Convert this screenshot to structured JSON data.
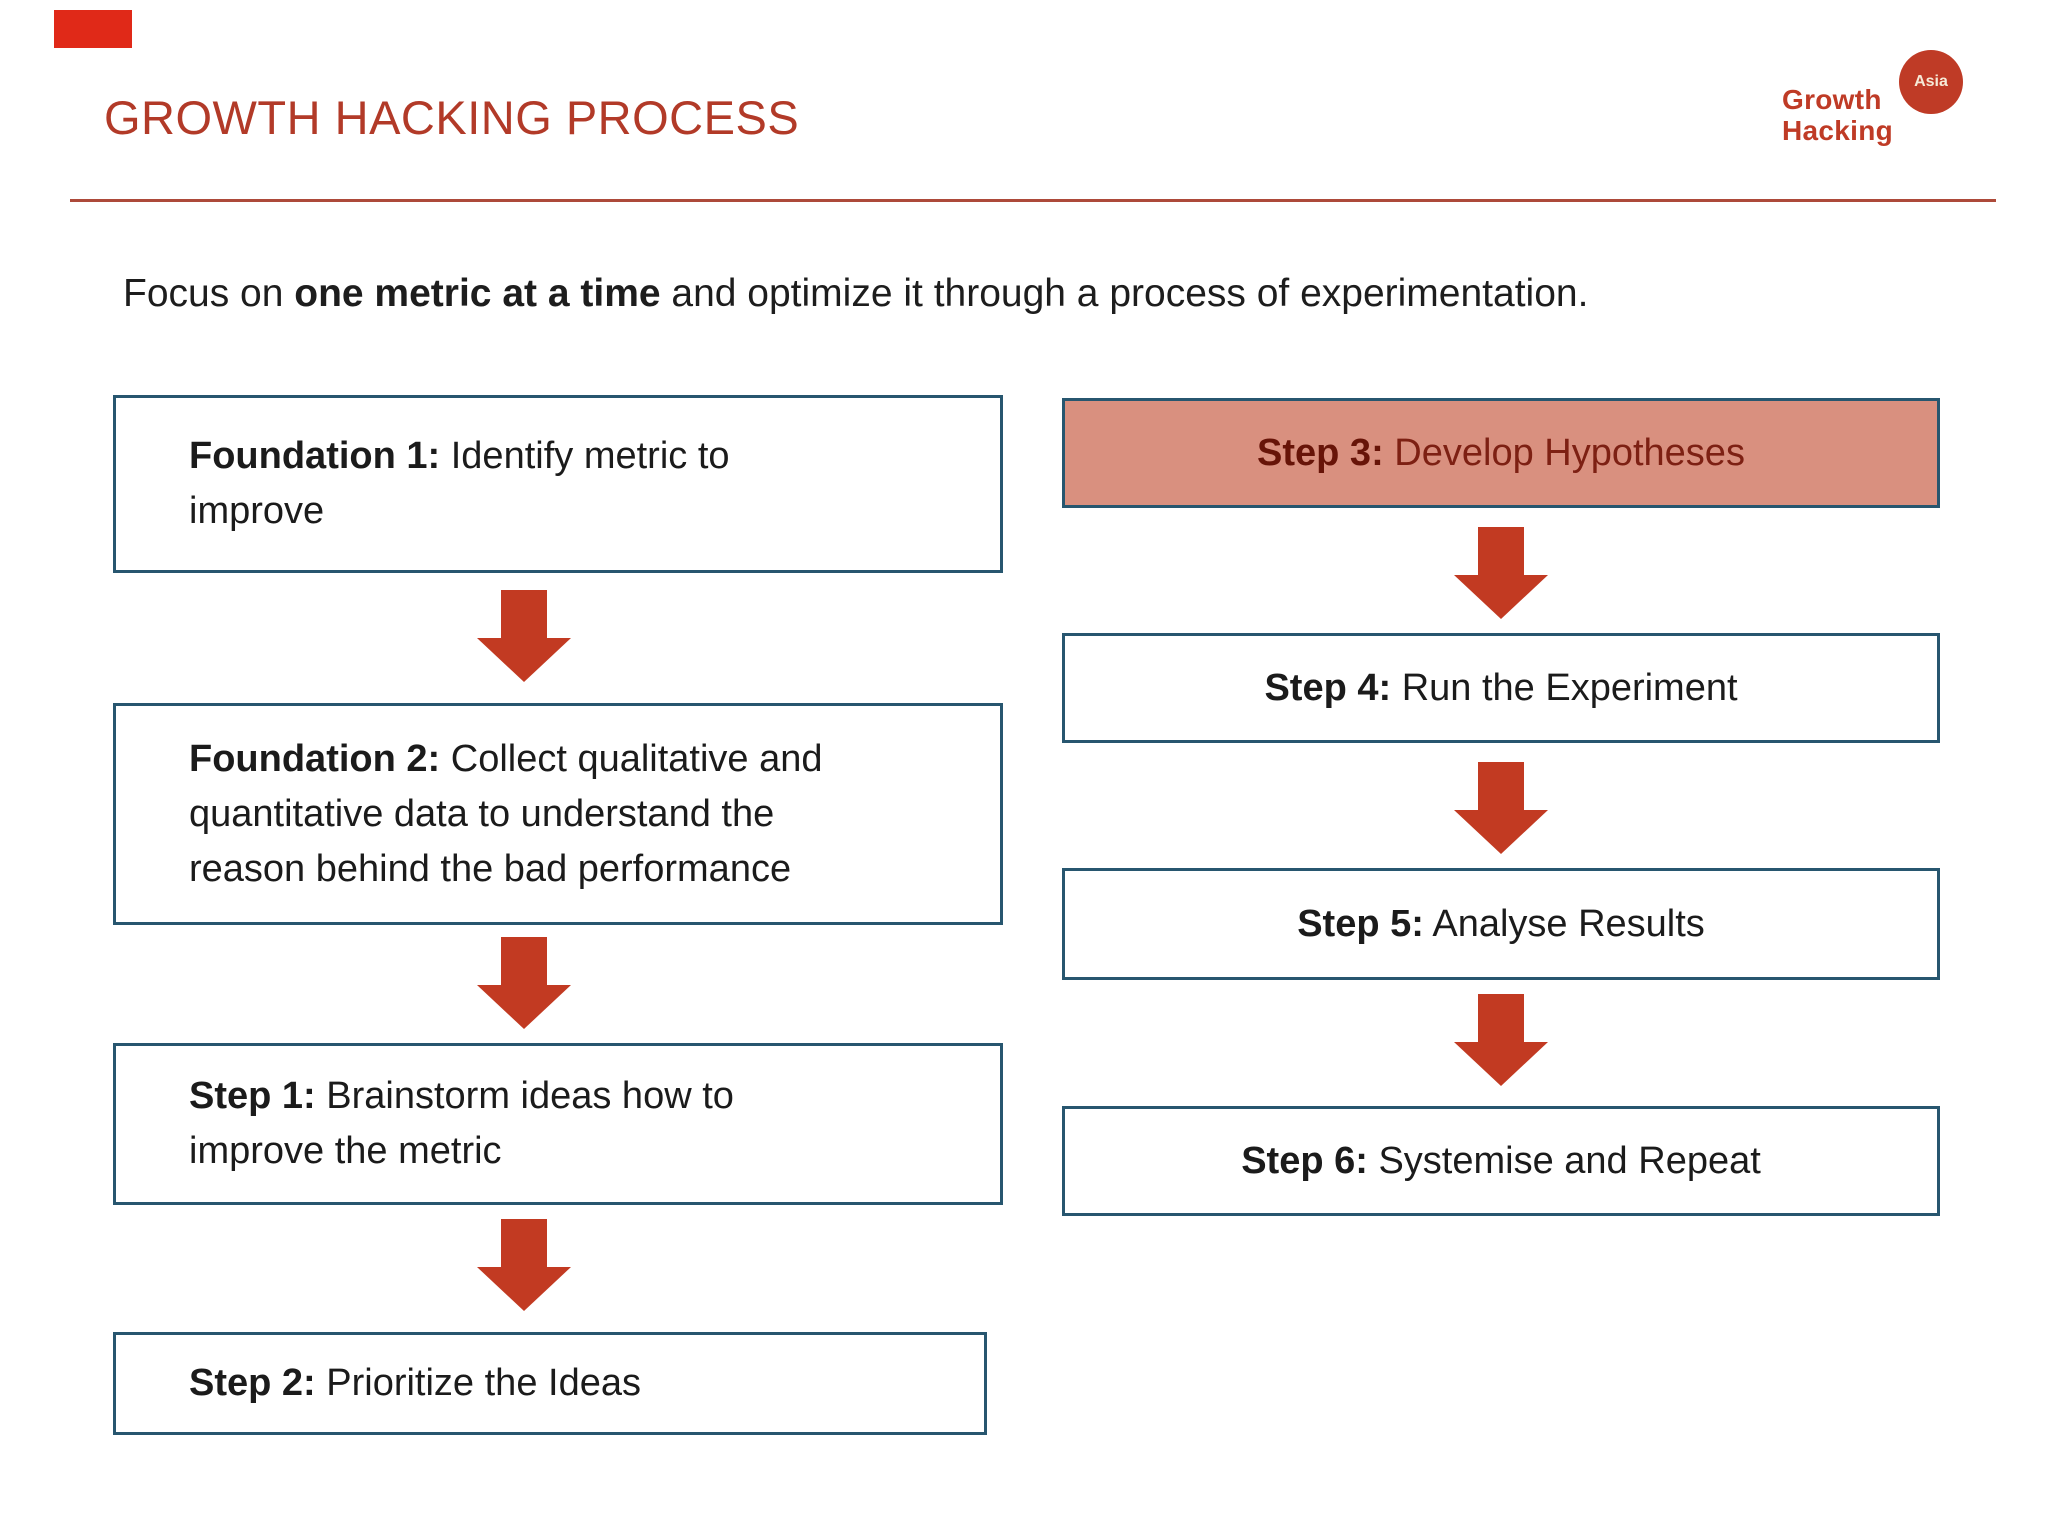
{
  "header": {
    "title": "GROWTH HACKING PROCESS",
    "logo": {
      "line1": "Growth",
      "line2": "Hacking",
      "badge": "Asia"
    }
  },
  "intro": {
    "prefix": "Focus on ",
    "bold": "one metric at a time",
    "suffix": " and optimize it through a process of experimentation."
  },
  "flow": {
    "left": [
      {
        "label": "Foundation 1:",
        "text": " Identify metric to improve"
      },
      {
        "label": "Foundation 2:",
        "text": " Collect qualitative and quantitative data to understand the reason behind the bad performance"
      },
      {
        "label": "Step 1:",
        "text": " Brainstorm ideas how to improve the metric"
      },
      {
        "label": "Step 2:",
        "text": " Prioritize the Ideas"
      }
    ],
    "right": [
      {
        "label": "Step 3:",
        "text": " Develop Hypotheses",
        "highlighted": true
      },
      {
        "label": "Step 4:",
        "text": " Run the Experiment",
        "highlighted": false
      },
      {
        "label": "Step 5:",
        "text": " Analyse Results",
        "highlighted": false
      },
      {
        "label": "Step 6:",
        "text": " Systemise and Repeat",
        "highlighted": false
      }
    ]
  },
  "colors": {
    "title_red": "#b23a28",
    "divider_red": "#ad4a3a",
    "arrow_red": "#c23a22",
    "logo_red": "#bf3b26",
    "corner_red": "#e02918",
    "box_border_navy": "#27566f",
    "highlight_fill": "#d9907f",
    "highlight_text": "#7d2013",
    "body_text": "#1d1d1d"
  }
}
